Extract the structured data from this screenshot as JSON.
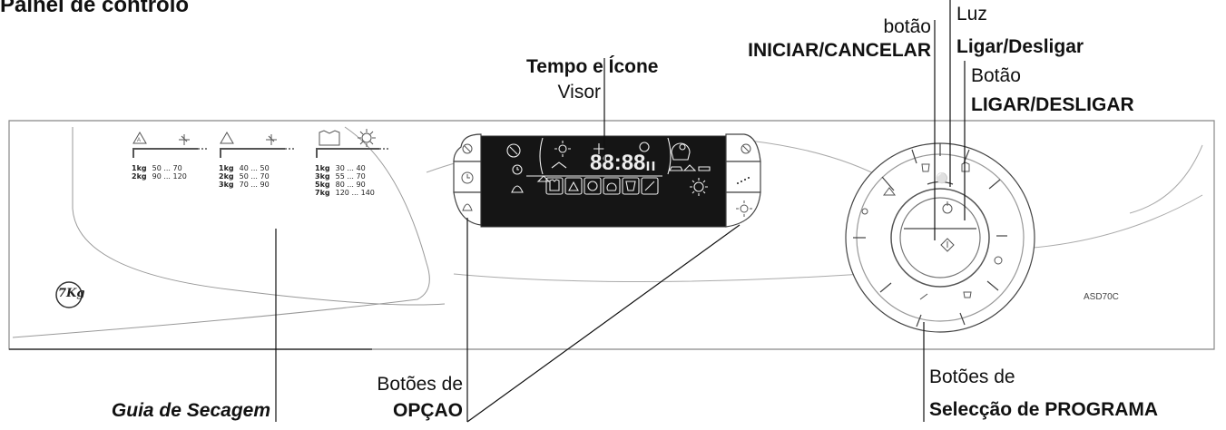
{
  "title": "Painel de controlo",
  "labels": {
    "time_icon_line1": "Tempo e Ícone",
    "time_icon_line2": "Visor",
    "start_line1": "botão",
    "start_line2": "INICIAR/CANCELAR",
    "light_line1": "Luz",
    "light_line2": "Ligar/Desligar",
    "power_line1": "Botão",
    "power_line2": "LIGAR/DESLIGAR",
    "dry_guide": "Guia de Secagem",
    "option_line1": "Botões de",
    "option_line2": "OPÇAO",
    "program_line1": "Botões de",
    "program_line2": "Selecção de PROGRAMA"
  },
  "panel": {
    "model": "ASD70C",
    "capacity_badge": "7Kg",
    "display_digits": "88:88"
  },
  "drying_guide": {
    "columns": [
      {
        "rows": [
          [
            "1kg",
            "50 ... 70"
          ],
          [
            "2kg",
            "90 ... 120"
          ]
        ]
      },
      {
        "rows": [
          [
            "1kg",
            "40 ... 50"
          ],
          [
            "2kg",
            "50 ... 70"
          ],
          [
            "3kg",
            "70 ... 90"
          ]
        ]
      },
      {
        "rows": [
          [
            "1kg",
            "30 ... 40"
          ],
          [
            "3kg",
            "55 ... 70"
          ],
          [
            "5kg",
            "80 ... 90"
          ],
          [
            "7kg",
            "120 ... 140"
          ]
        ]
      }
    ]
  }
}
